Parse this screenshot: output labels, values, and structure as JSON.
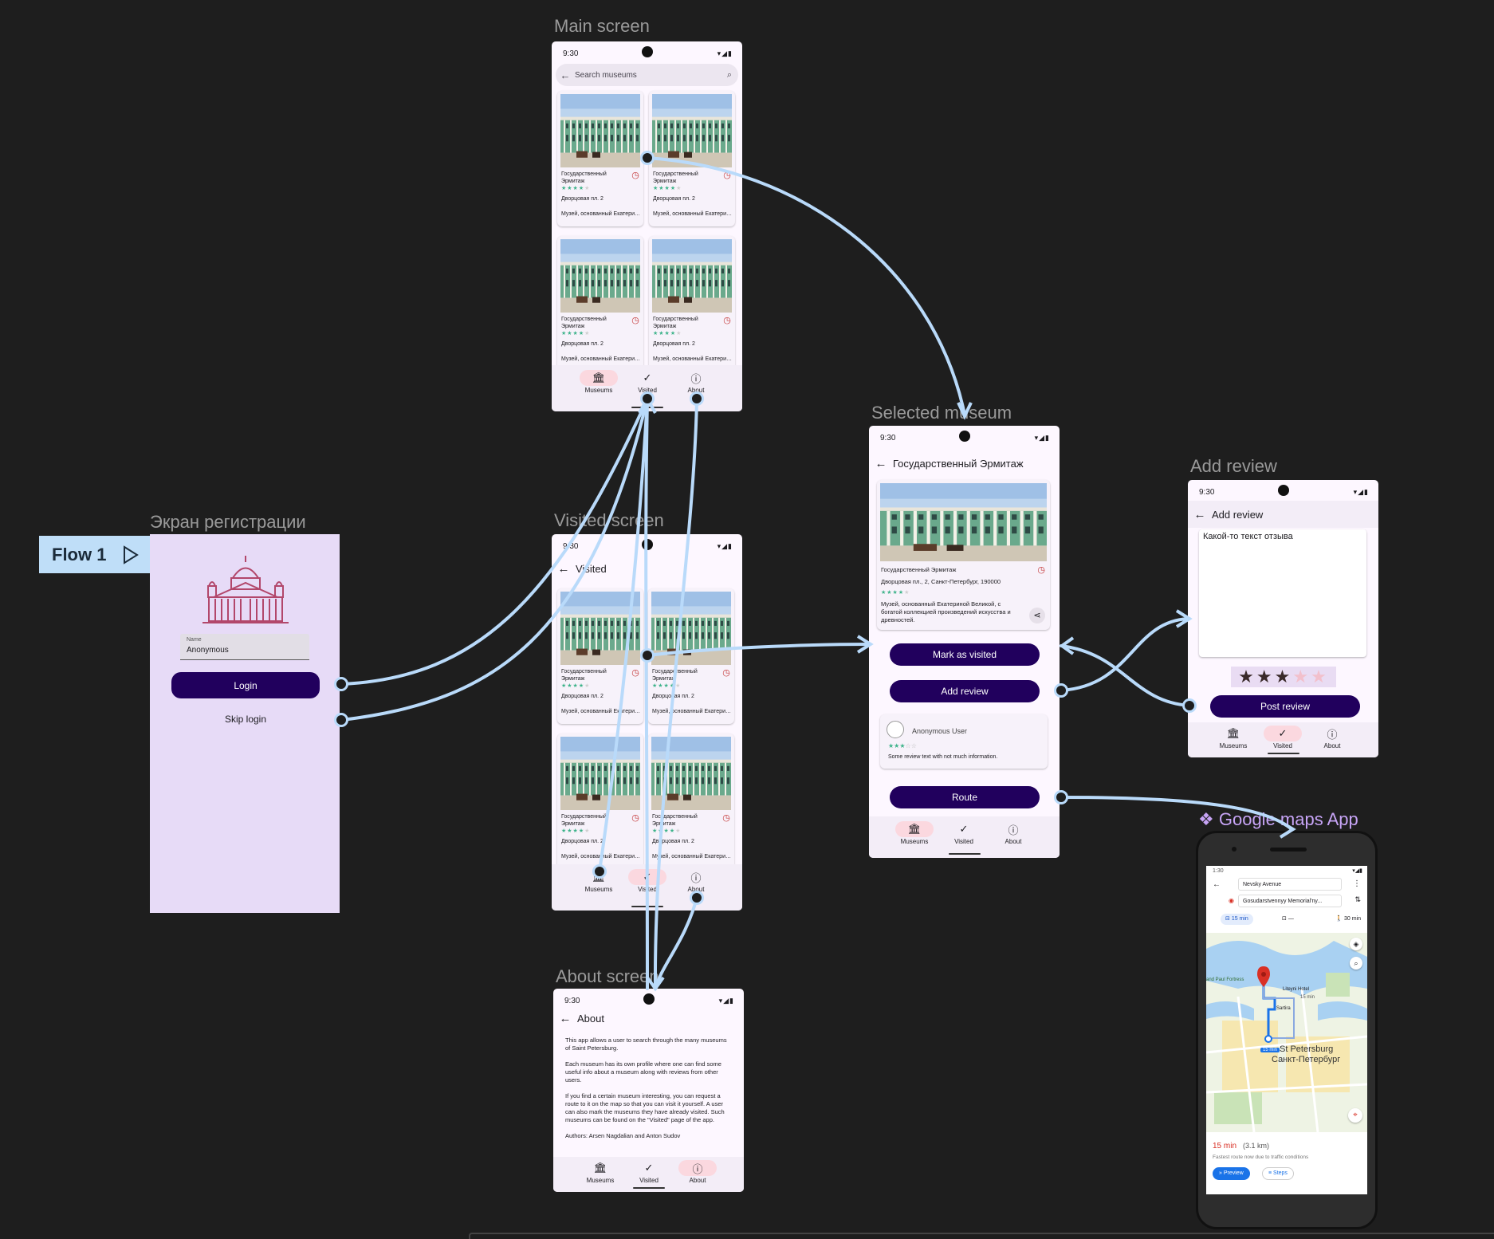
{
  "canvas": {
    "flow_label": "Flow 1",
    "colors": {
      "background": "#1e1e1e",
      "wire": "#b9dafa",
      "primary": "#21005d",
      "surface": "#fdf7ff",
      "star": "#3db38a"
    }
  },
  "frames": {
    "main": "Main screen",
    "visited": "Visited screen",
    "about": "About screen",
    "selected": "Selected museum",
    "add_review": "Add review",
    "registration": "Экран регистрации",
    "maps": "Google maps App"
  },
  "status_time": "9:30",
  "museum_card": {
    "name": "Государственный Эрмитаж",
    "address": "Дворцовая пл. 2",
    "description": "Музей, основанный Екатериной Великой, с богат...",
    "rating": 4
  },
  "nav": {
    "museums": "Museums",
    "visited": "Visited",
    "about": "About"
  },
  "main_screen": {
    "search_placeholder": "Search museums"
  },
  "visited_screen": {
    "title": "Visited"
  },
  "registration": {
    "name_label": "Name",
    "name_value": "Anonymous",
    "login_button": "Login",
    "skip_button": "Skip login"
  },
  "selected": {
    "title": "Государственный Эрмитаж",
    "name": "Государственный Эрмитаж",
    "address": "Дворцовая пл., 2, Санкт-Петербург, 190000",
    "description": "Музей, основанный Екатериной Великой, с богатой коллекцией произведений искусства и древностей.",
    "mark_visited": "Mark as visited",
    "add_review": "Add review",
    "review_user": "Anonymous User",
    "review_text": "Some review text with not much information.",
    "review_rating": 3,
    "route": "Route"
  },
  "add_review": {
    "title": "Add review",
    "text": "Какой-то текст отзыва",
    "rating": 3,
    "post_button": "Post review"
  },
  "about": {
    "title": "About",
    "p1": "This app allows a user to search through the many museums of Saint Petersburg.",
    "p2": "Each museum has its own profile where one can find some useful info about a museum along with reviews from other users.",
    "p3": "If you find a certain museum interesting, you can request a route to it on the map so that you can visit it yourself. A user can also mark the museums they have already visited. Such museums can be found on the \"Visited\" page of the app.",
    "authors": "Authors: Arsen Nagdalian and Anton Sudov"
  },
  "maps": {
    "time": "1:30",
    "origin": "Nevsky Avenue",
    "destination": "Gosudarstvennyy Memorial'ny...",
    "drive_time": "15 min",
    "transit_time": "—",
    "walk_time": "30 min",
    "map_label_city": "St Petersburg",
    "map_label_city_ru": "Санкт-Петербург",
    "map_label_hotel": "Liteyni Hotel",
    "map_label_fortress": "and Paul Fortress",
    "map_label_eta": "15 min",
    "map_label_stop": "Sartira",
    "route_time": "15 min",
    "route_distance": "(3.1 km)",
    "route_note": "Fastest route now due to traffic conditions",
    "preview_btn": "Preview",
    "steps_btn": "Steps"
  }
}
